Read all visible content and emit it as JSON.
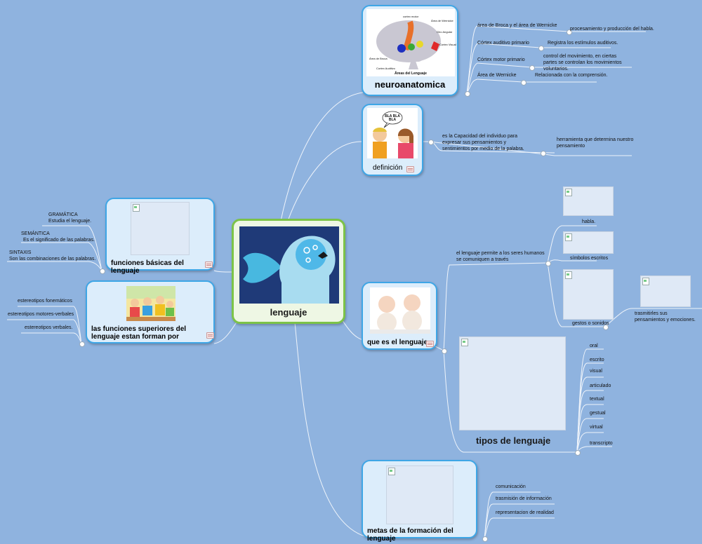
{
  "central": {
    "title": "lenguaje"
  },
  "neuro": {
    "title": "neuroanatomica",
    "img_labels": [
      "cortex motor",
      "Área de Wernicke",
      "Giro Angular",
      "Cortex Visual",
      "Área de Broca",
      "Cortex Auditivo",
      "Áreas del Lenguaje"
    ],
    "items": [
      {
        "label": "área de Broca y el área de Wernicke",
        "detail": "procesamiento y producción del habla."
      },
      {
        "label": "Córtex auditivo primario",
        "detail": "Registra los estímulos auditivos."
      },
      {
        "label": "Córtex motor primario",
        "detail": "control del movimiento, en ciertas partes se controlan los movimientos voluntarios."
      },
      {
        "label": "Área de Wernicke",
        "detail": "Relacionada con la comprensión."
      }
    ]
  },
  "definicion": {
    "title": "definición",
    "bubble": "BLA BLA BLA",
    "text": "es la Capacidad del individuo para expresar sus pensamientos y sentimientos por medio de la palabra.",
    "detail": "herramienta que determina nuestro pensamiento"
  },
  "que_es": {
    "title": "que es el lenguaje",
    "text": "el lenguaje permite a los seres humanos se comuniquen a través",
    "items": [
      "habla.",
      "símbolos escritos",
      "gestos o sonidos"
    ],
    "gestos_detail": "trasmitirles sus pensamientos y emociones."
  },
  "tipos": {
    "title": "tipos de lenguaje",
    "items": [
      "oral",
      "escrito",
      "visual",
      "articulado",
      "textual",
      "gestual",
      "virtual",
      "transcripto"
    ]
  },
  "metas": {
    "title": "metas de la formación del lenguaje",
    "items": [
      "comunicación",
      "trasmisión de información",
      "representacion de realidad"
    ]
  },
  "basicas": {
    "title": "funciones básicas del lenguaje",
    "items": [
      {
        "label": "GRAMÁTICA",
        "detail": "Estudia el lenguaje."
      },
      {
        "label": "SEMÁNTICA",
        "detail": "Es el significado de las palabras."
      },
      {
        "label": "SINTAXIS",
        "detail": "Son las combinaciones de las palabras."
      }
    ]
  },
  "superiores": {
    "title": "las funciones superiores del lenguaje estan forman por",
    "items": [
      "estereotipos fonemáticos",
      "estereotipos motores-verbales",
      "estereotipos verbales."
    ]
  },
  "colors": {
    "background": "#8fb3df",
    "node_border": "#3ea6e6",
    "central_border": "#7cc348",
    "wire": "#ffffff"
  }
}
